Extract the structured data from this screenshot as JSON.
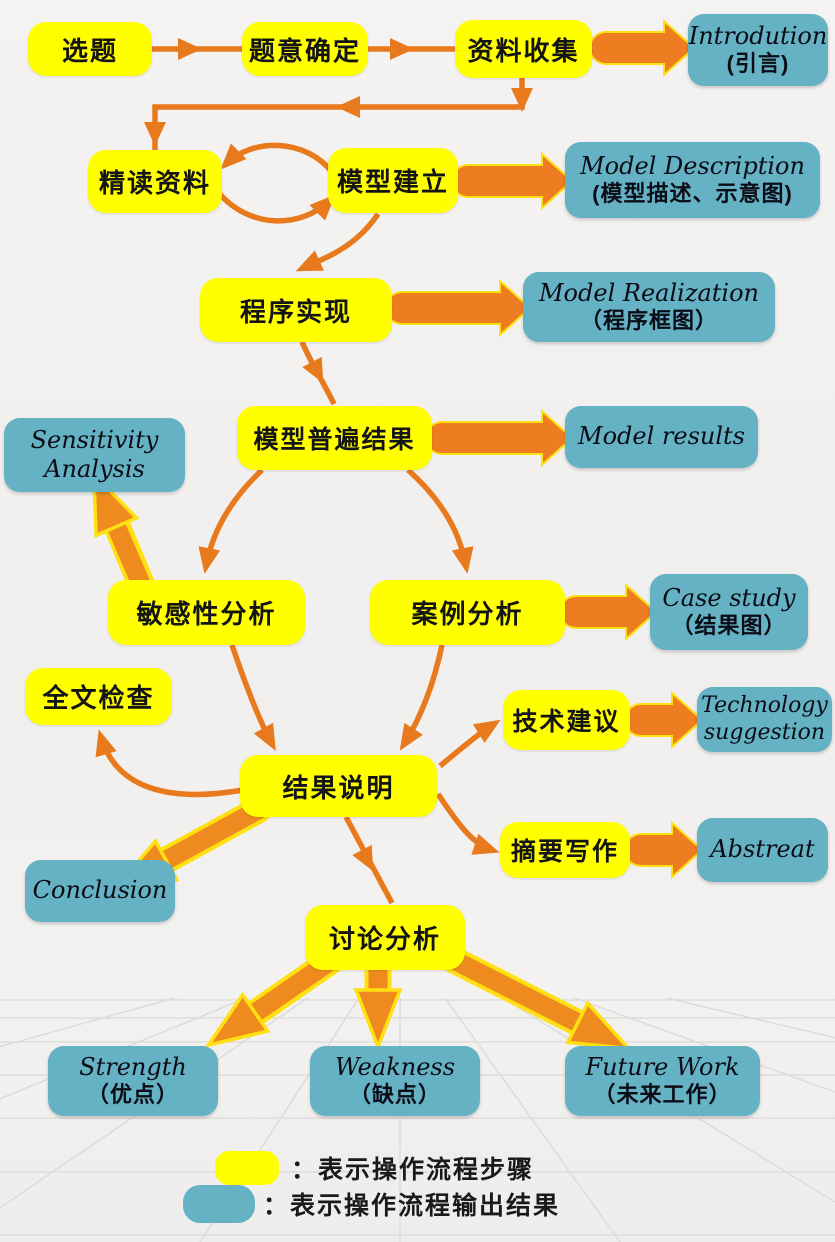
{
  "diagram": {
    "steps": {
      "topic_selection": {
        "label": "选题"
      },
      "problem_definition": {
        "label": "题意确定"
      },
      "data_collection": {
        "label": "资料收集"
      },
      "intensive_reading": {
        "label": "精读资料"
      },
      "model_building": {
        "label": "模型建立"
      },
      "program_implementation": {
        "label": "程序实现"
      },
      "model_general_results": {
        "label": "模型普遍结果"
      },
      "sensitivity_step": {
        "label": "敏感性分析"
      },
      "case_analysis": {
        "label": "案例分析"
      },
      "full_text_check": {
        "label": "全文检查"
      },
      "technical_suggestion": {
        "label": "技术建议"
      },
      "results_explanation": {
        "label": "结果说明"
      },
      "abstract_writing": {
        "label": "摘要写作"
      },
      "discussion_analysis": {
        "label": "讨论分析"
      }
    },
    "outputs": {
      "introduction": {
        "line1": "Introdution",
        "line2": "(引言)"
      },
      "model_description": {
        "line1": "Model Description",
        "line2": "(模型描述、示意图)"
      },
      "model_realization": {
        "line1": "Model Realization",
        "line2": "（程序框图）"
      },
      "sensitivity_analysis": {
        "line1": "Sensitivity",
        "line2": "Analysis"
      },
      "model_results": {
        "line1": "Model results"
      },
      "case_study": {
        "line1": "Case study",
        "line2": "（结果图）"
      },
      "technology_suggestion": {
        "line1": "Technology",
        "line2": "suggestion"
      },
      "abstract": {
        "line1": "Abstreat"
      },
      "conclusion": {
        "line1": "Conclusion"
      },
      "strength": {
        "line1": "Strength",
        "line2": "（优点）"
      },
      "weakness": {
        "line1": "Weakness",
        "line2": "（缺点）"
      },
      "future_work": {
        "line1": "Future Work",
        "line2": "（未来工作）"
      }
    },
    "colors": {
      "step_fill": "#ffff00",
      "output_fill": "#64b2c3",
      "thin_arrow": "#e8791d",
      "block_arrow": "#ee7d22",
      "thick_arrow": "#ef8b1e",
      "arrow_outline": "#ffe011",
      "grid_line": "#d8d7d5"
    }
  },
  "legend": {
    "step_meaning": "：表示操作流程步骤",
    "output_meaning": "：表示操作流程输出结果"
  }
}
